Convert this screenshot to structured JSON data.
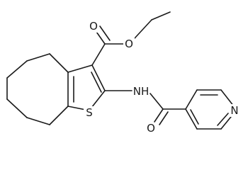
{
  "diagram": {
    "type": "chemical-structure",
    "bond_color": "#1a1a1a",
    "background": "#ffffff",
    "atom_labels": {
      "ester_o_carbonyl": "O",
      "ester_o_ether": "O",
      "amide_nh": "NH",
      "thiophene_s": "S",
      "amide_o": "O",
      "pyridine_n": "N"
    }
  }
}
